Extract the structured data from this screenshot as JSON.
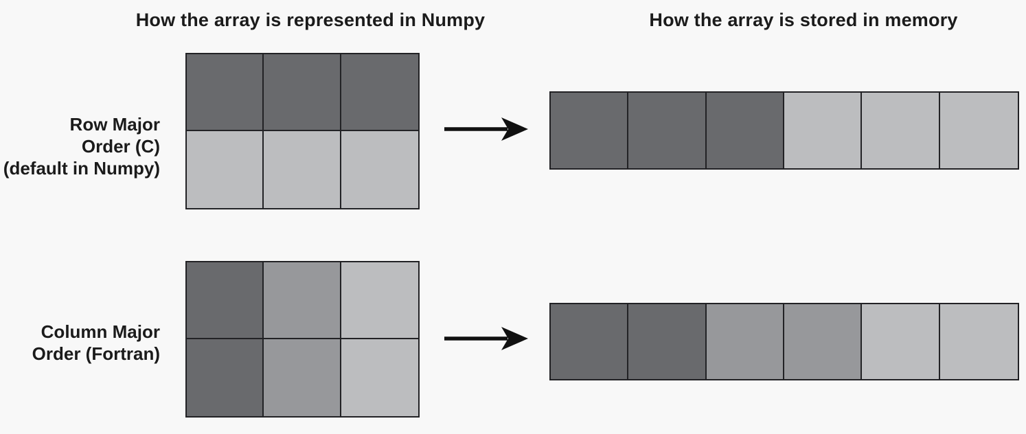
{
  "titles": {
    "left": "How the array is represented in Numpy",
    "right": "How the array is stored in memory"
  },
  "colors": {
    "dark": "#696a6d",
    "medium": "#97989b",
    "light": "#bcbdbf",
    "border": "#222225",
    "background": "#f8f8f8",
    "arrow": "#111111"
  },
  "rows": [
    {
      "id": "row-major",
      "label_lines": [
        "Row Major",
        "Order (C)",
        "(default in Numpy)"
      ],
      "numpy_grid": {
        "rows": 2,
        "cols": 3,
        "cells": [
          [
            "dark",
            "dark",
            "dark"
          ],
          [
            "light",
            "light",
            "light"
          ]
        ]
      },
      "memory_strip": [
        "dark",
        "dark",
        "dark",
        "light",
        "light",
        "light"
      ]
    },
    {
      "id": "column-major",
      "label_lines": [
        "Column Major",
        "Order (Fortran)"
      ],
      "numpy_grid": {
        "rows": 2,
        "cols": 3,
        "cells": [
          [
            "dark",
            "medium",
            "light"
          ],
          [
            "dark",
            "medium",
            "light"
          ]
        ]
      },
      "memory_strip": [
        "dark",
        "dark",
        "medium",
        "medium",
        "light",
        "light"
      ]
    }
  ]
}
